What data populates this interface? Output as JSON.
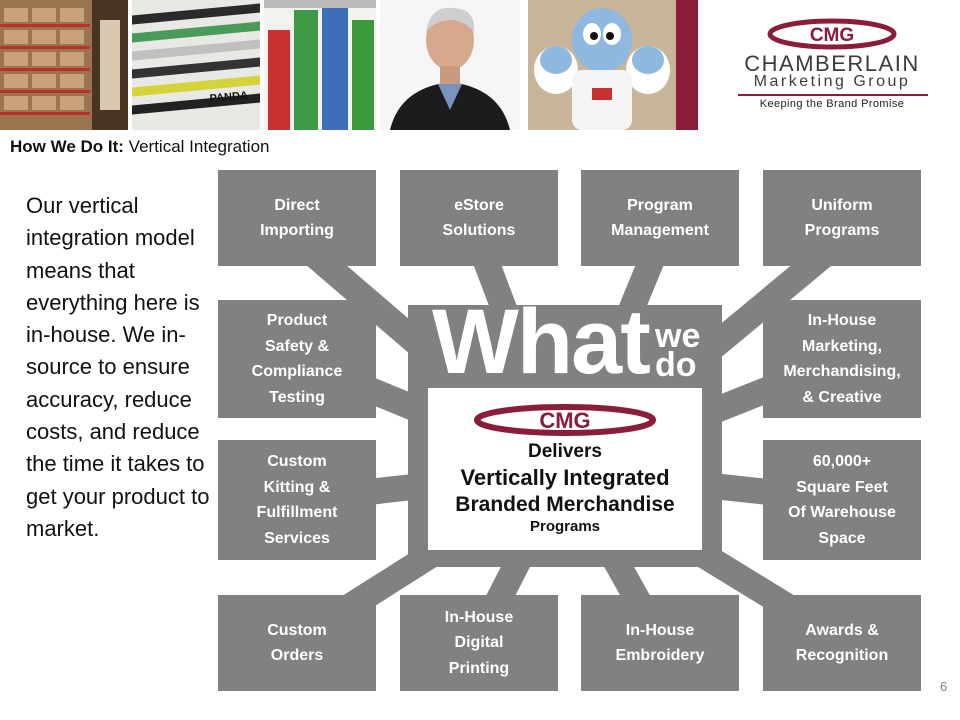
{
  "logo": {
    "mark": "CMG",
    "brand": "CHAMBERLAIN",
    "sub": "Marketing Group",
    "tagline": "Keeping the Brand Promise"
  },
  "heading": {
    "bold": "How We Do It:",
    "rest": " Vertical Integration"
  },
  "body_text": "Our vertical integration model means that everything here is in-house. We in-source to ensure accuracy, reduce costs, and reduce the time it takes to get your product to market.",
  "photo_pen_brand": "PANDA",
  "center": {
    "what": "What",
    "we": "we",
    "do": "do",
    "mark": "CMG",
    "line1": "Delivers",
    "line2": "Vertically Integrated",
    "line3": "Branded Merchandise",
    "line4": "Programs"
  },
  "boxes": [
    "Direct\nImporting",
    "eStore\nSolutions",
    "Program\nManagement",
    "Uniform\nPrograms",
    "Product\nSafety &\nCompliance\nTesting",
    "In-House\nMarketing,\nMerchandising,\n& Creative",
    "Custom\nKitting &\nFulfillment\nServices",
    "60,000+\nSquare Feet\nOf Warehouse\nSpace",
    "Custom\nOrders",
    "In-House\nDigital\nPrinting",
    "In-House\nEmbroidery",
    "Awards &\nRecognition"
  ],
  "page_number": "6",
  "colors": {
    "box_gray": "#7f8182",
    "brand_maroon": "#8a1d3a"
  }
}
